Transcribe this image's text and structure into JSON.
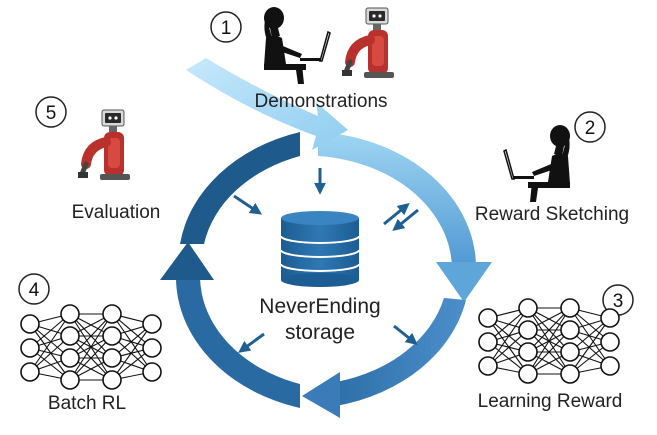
{
  "steps": [
    {
      "number": "1",
      "label": "Demonstrations"
    },
    {
      "number": "2",
      "label": "Reward Sketching"
    },
    {
      "number": "3",
      "label": "Learning Reward"
    },
    {
      "number": "4",
      "label": "Batch RL"
    },
    {
      "number": "5",
      "label": "Evaluation"
    }
  ],
  "storage": {
    "line1": "NeverEnding",
    "line2": "storage"
  },
  "colors": {
    "cycle_dark": "#1f5a8c",
    "cycle_mid": "#3f85c2",
    "cycle_light": "#7cc3ea",
    "demo_arrow": "#a9daf6",
    "small_arrows": "#1f5f93",
    "robot_red": "#c0322c"
  },
  "icons": [
    "human-at-laptop-icon",
    "robot-arm-icon",
    "neural-network-icon",
    "database-icon"
  ]
}
